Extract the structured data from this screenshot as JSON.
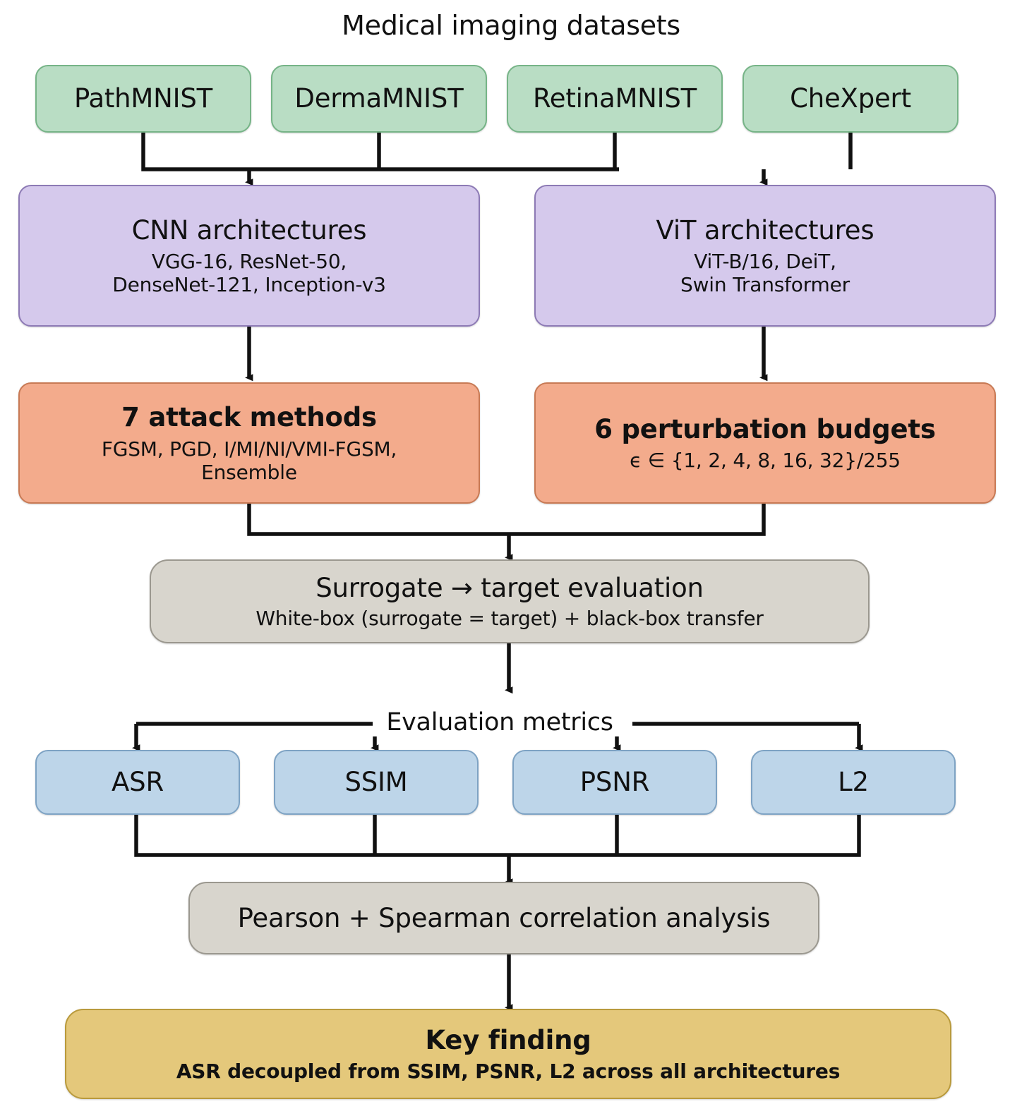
{
  "diagram": {
    "title": "Medical imaging datasets",
    "metrics_bus_label": "Evaluation metrics",
    "colors": {
      "dataset": "#b9ddc4",
      "architecture": "#d5c9ec",
      "attack": "#f3ab8c",
      "process": "#d8d5cd",
      "metric": "#bdd5e9",
      "finding": "#e4c87b",
      "connector": "#111111"
    },
    "datasets": [
      {
        "label": "PathMNIST"
      },
      {
        "label": "DermaMNIST"
      },
      {
        "label": "RetinaMNIST"
      },
      {
        "label": "CheXpert"
      }
    ],
    "architectures": [
      {
        "title": "CNN architectures",
        "line1": "VGG-16, ResNet-50,",
        "line2": "DenseNet-121, Inception-v3"
      },
      {
        "title": "ViT architectures",
        "line1": "ViT-B/16, DeiT,",
        "line2": "Swin Transformer"
      }
    ],
    "attacks": [
      {
        "title": "7 attack methods",
        "line1": "FGSM, PGD, I/MI/NI/VMI-FGSM,",
        "line2": "Ensemble"
      },
      {
        "title": "6 perturbation budgets",
        "line1": "ϵ ∈ {1, 2, 4, 8, 16, 32}/255",
        "line2": ""
      }
    ],
    "evaluation": {
      "title": "Surrogate → target evaluation",
      "subtitle": "White-box (surrogate = target) + black-box transfer"
    },
    "metrics": [
      {
        "label": "ASR"
      },
      {
        "label": "SSIM"
      },
      {
        "label": "PSNR"
      },
      {
        "label": "L2"
      }
    ],
    "correlation": {
      "title": "Pearson + Spearman correlation analysis"
    },
    "key_finding": {
      "title": "Key finding",
      "subtitle": "ASR decoupled from SSIM, PSNR, L2 across all architectures"
    }
  }
}
